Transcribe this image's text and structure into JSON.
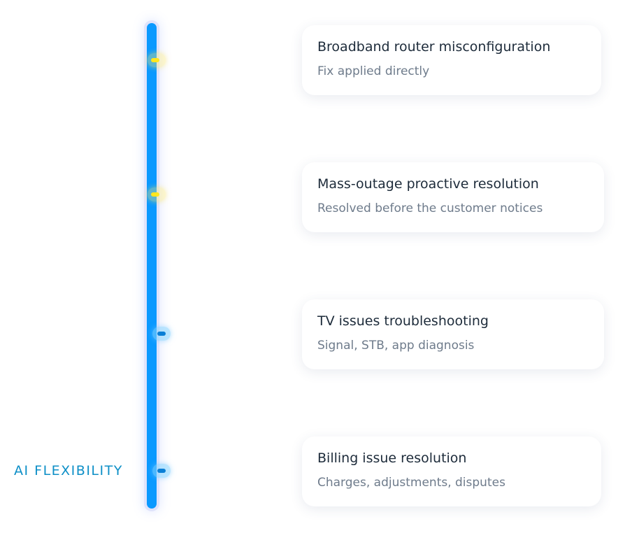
{
  "side_label": "AI FLEXIBILITY",
  "colors": {
    "bar": "#0a99ff",
    "bar_track": "#dfe3fb",
    "marker_yellow": "#ffe61f",
    "marker_cyan": "#0a7fd6",
    "label": "#0d8fc7"
  },
  "items": [
    {
      "title": "Broadband router misconfiguration",
      "subtitle": "Fix applied directly",
      "marker": "yellow"
    },
    {
      "title": "Mass-outage proactive resolution",
      "subtitle": "Resolved before the customer notices",
      "marker": "yellow"
    },
    {
      "title": "TV issues troubleshooting",
      "subtitle": "Signal, STB, app diagnosis",
      "marker": "cyan"
    },
    {
      "title": "Billing issue resolution",
      "subtitle": "Charges,  adjustments, disputes",
      "marker": "cyan"
    }
  ]
}
